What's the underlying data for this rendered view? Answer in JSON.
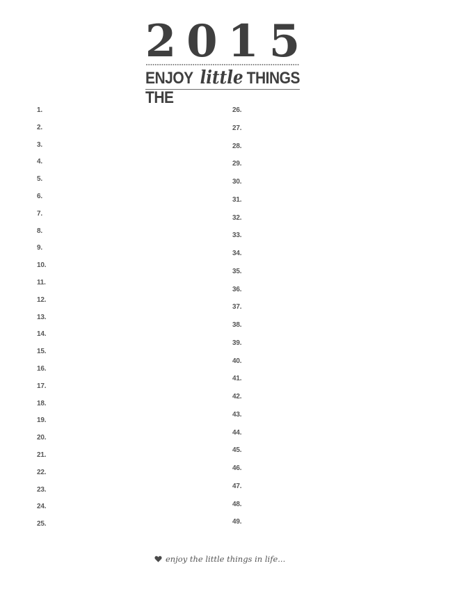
{
  "header": {
    "year_digits": [
      "2",
      "0",
      "1",
      "5"
    ],
    "tagline_before": "ENJOY THE",
    "tagline_script": "little",
    "tagline_after": "THINGS"
  },
  "list": {
    "left_column": [
      "1.",
      "2.",
      "3.",
      "4.",
      "5.",
      "6.",
      "7.",
      "8.",
      "9.",
      "10.",
      "11.",
      "12.",
      "13.",
      "14.",
      "15.",
      "16.",
      "17.",
      "18.",
      "19.",
      "20.",
      "21.",
      "22.",
      "23.",
      "24.",
      "25."
    ],
    "right_column": [
      "26.",
      "27.",
      "28.",
      "29.",
      "30.",
      "31.",
      "32.",
      "33.",
      "34.",
      "35.",
      "36.",
      "37.",
      "38.",
      "39.",
      "40.",
      "41.",
      "42.",
      "43.",
      "44.",
      "45.",
      "46.",
      "47.",
      "48.",
      "49."
    ]
  },
  "footer": {
    "icon": "heart-icon",
    "text": "enjoy the little things in life..."
  }
}
